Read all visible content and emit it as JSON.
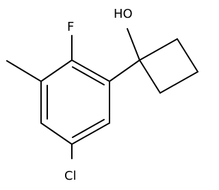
{
  "molecule": {
    "atom_labels": {
      "hydroxyl": "HO",
      "fluorine": "F",
      "chlorine": "Cl"
    }
  }
}
